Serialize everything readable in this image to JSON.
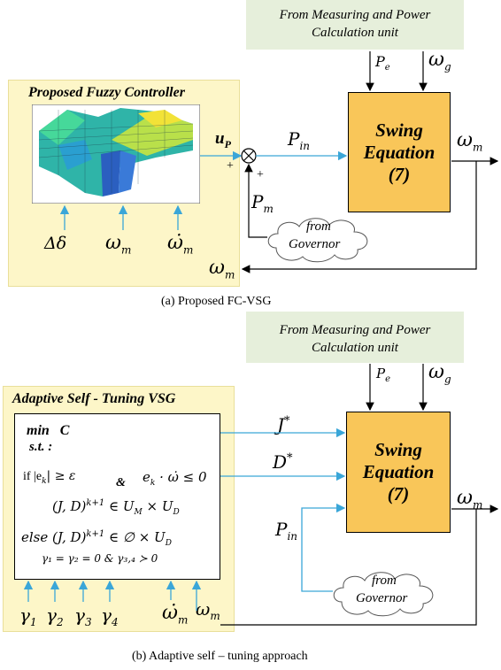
{
  "diagram_a": {
    "measuring_unit": "From Measuring and Power Calculation unit",
    "controller_title": "Proposed Fuzzy Controller",
    "inputs": [
      "Δδ",
      "ω",
      "ω̇"
    ],
    "input_sub": "m",
    "u_label": "u",
    "u_sub": "P",
    "pin_label": "P",
    "pin_sub": "in",
    "pm_label": "P",
    "pm_sub": "m",
    "pe_label": "P",
    "pe_sub": "e",
    "wg_label": "ω",
    "wg_sub": "g",
    "swing_line1": "Swing",
    "swing_line2": "Equation",
    "swing_line3": "(7)",
    "out_label": "ω",
    "out_sub": "m",
    "governor_line1": "from",
    "governor_line2": "Governor",
    "feedback_label": "ω",
    "feedback_sub": "m",
    "plus1": "+",
    "plus2": "+",
    "caption": "(a) Proposed FC-VSG"
  },
  "diagram_b": {
    "measuring_unit": "From Measuring and Power Calculation unit",
    "controller_title": "Adaptive Self - Tuning VSG",
    "min_line": "min   C",
    "st_line": "s.t. :",
    "cond_if": "if  |e",
    "cond_k": "k",
    "cond_rest": "| ≥ ε",
    "amp": "&",
    "cond2": "e",
    "cond2_rest": " · ω̇",
    "cond2_end": " ≤ 0",
    "set1": "(J, D)",
    "set1_sup": "k+1",
    "set1_rest": " ∈ U",
    "set1_M": "M",
    "set1_times": " × U",
    "set1_D": "D",
    "else_line": "else  (J, D)",
    "else_rest": " ∈ ∅ × U",
    "gamma_line": "γ₁ = γ₂ = 0  &   γ₃,₄ ≻ 0",
    "gammas": [
      "γ1",
      "γ2",
      "γ3",
      "γ4"
    ],
    "gamma_syms": [
      "γ",
      "γ",
      "γ",
      "γ"
    ],
    "gamma_subs": [
      "1",
      "2",
      "3",
      "4"
    ],
    "wdot_label": "ω̇",
    "wdot_sub": "m",
    "wm_in_label": "ω",
    "wm_in_sub": "m",
    "j_label": "J",
    "j_sup": "*",
    "d_label": "D",
    "d_sup": "*",
    "pin_label": "P",
    "pin_sub": "in",
    "pe_label": "P",
    "pe_sub": "e",
    "wg_label": "ω",
    "wg_sub": "g",
    "swing_line1": "Swing",
    "swing_line2": "Equation",
    "swing_line3": "(7)",
    "out_label": "ω",
    "out_sub": "m",
    "governor_line1": "from",
    "governor_line2": "Governor",
    "caption": "(b) Adaptive self – tuning approach"
  },
  "colors": {
    "arrow_blue": "#3aa6d8",
    "swing_fill": "#f9c659",
    "controller_bg": "#fdf6c8",
    "measuring_bg": "#e6efdb"
  }
}
